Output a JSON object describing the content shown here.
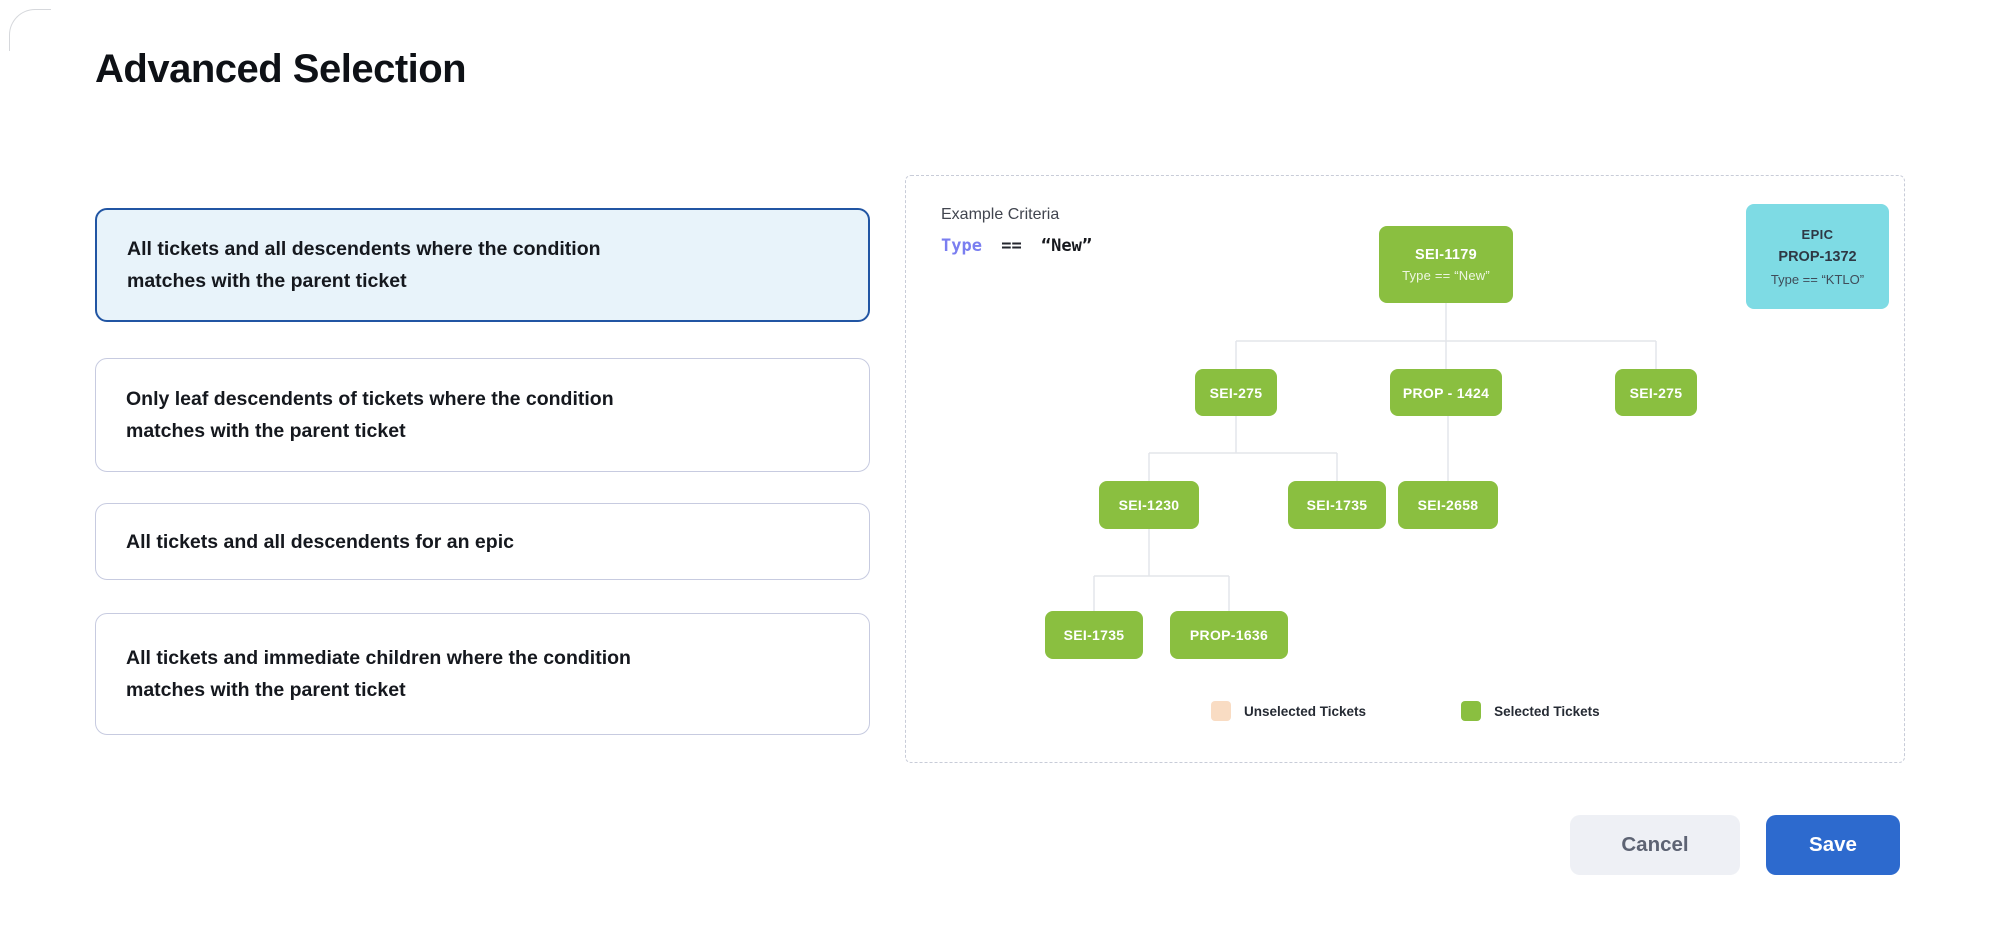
{
  "page": {
    "title": "Advanced Selection"
  },
  "options": [
    {
      "label": "All tickets and all descendents where the condition\nmatches with the parent ticket",
      "selected": true
    },
    {
      "label": "Only leaf descendents of tickets where the condition\nmatches with the parent ticket",
      "selected": false
    },
    {
      "label": "All tickets and all descendents for an epic",
      "selected": false
    },
    {
      "label": "All tickets and immediate children where the condition\nmatches with the parent ticket",
      "selected": false
    }
  ],
  "preview": {
    "criteria_label": "Example Criteria",
    "criteria": {
      "field": "Type",
      "operator": "==",
      "value": "“New”"
    },
    "epic_card": {
      "type_label": "EPIC",
      "id": "PROP-1372",
      "condition": "Type == “KTLO”"
    },
    "tree": {
      "nodes": [
        {
          "label": "SEI-1179",
          "condition": "Type == “New”"
        },
        {
          "label": "SEI-275"
        },
        {
          "label": "PROP - 1424"
        },
        {
          "label": "SEI-275"
        },
        {
          "label": "SEI-1230"
        },
        {
          "label": "SEI-1735"
        },
        {
          "label": "SEI-2658"
        },
        {
          "label": "SEI-1735"
        },
        {
          "label": "PROP-1636"
        }
      ]
    },
    "legend": [
      {
        "label": "Unselected Tickets",
        "color": "#f9dcc3"
      },
      {
        "label": "Selected Tickets",
        "color": "#8abf40"
      }
    ]
  },
  "actions": {
    "cancel_label": "Cancel",
    "save_label": "Save"
  },
  "colors": {
    "selected_card_border": "#2155a3",
    "selected_card_bg": "#e8f3fa",
    "node_green": "#8abf40",
    "epic_cyan": "#7edbe4",
    "unselected_peach": "#f9dcc3",
    "save_blue": "#2d6ace"
  }
}
